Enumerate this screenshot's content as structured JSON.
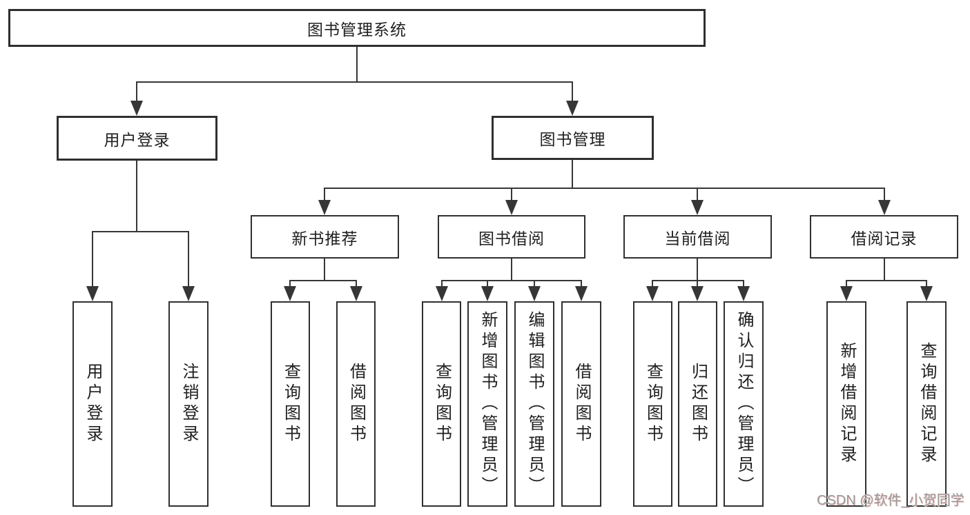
{
  "colors": {
    "line": "#363636",
    "box_border": "#2f2f2f",
    "text": "#1f1f1f",
    "background": "#ffffff",
    "watermark_text": "#9a9a9a",
    "watermark_shadow": "#eebcbc"
  },
  "watermark": {
    "text": "CSDN @软件_小贺同学"
  },
  "tree": {
    "root": {
      "label": "图书管理系统",
      "children": [
        {
          "label": "用户登录",
          "children": [
            {
              "label": "用户登录"
            },
            {
              "label": "注销登录"
            }
          ]
        },
        {
          "label": "图书管理",
          "children": [
            {
              "label": "新书推荐",
              "children": [
                {
                  "label": "查询图书"
                },
                {
                  "label": "借阅图书"
                }
              ]
            },
            {
              "label": "图书借阅",
              "children": [
                {
                  "label": "查询图书"
                },
                {
                  "label": "新增图书（管理员）"
                },
                {
                  "label": "编辑图书（管理员）"
                },
                {
                  "label": "借阅图书"
                }
              ]
            },
            {
              "label": "当前借阅",
              "children": [
                {
                  "label": "查询图书"
                },
                {
                  "label": "归还图书"
                },
                {
                  "label": "确认归还（管理员）"
                }
              ]
            },
            {
              "label": "借阅记录",
              "children": [
                {
                  "label": "新增借阅记录"
                },
                {
                  "label": "查询借阅记录"
                }
              ]
            }
          ]
        }
      ]
    }
  }
}
